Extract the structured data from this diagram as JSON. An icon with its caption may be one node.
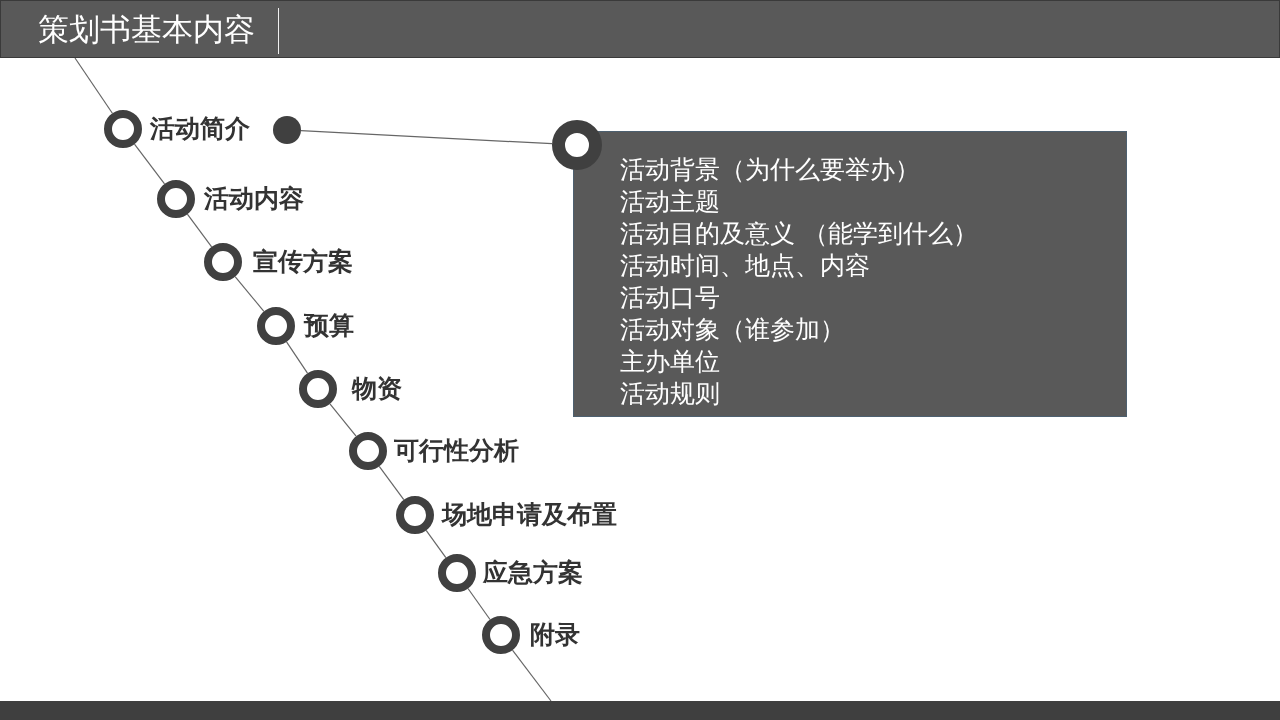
{
  "diagram": {
    "nodes": [
      {
        "text": [
          "策划书基本内容"
        ]
      },
      {
        "text": [],
        "shape": "circle",
        "beside": [
          "活动简介"
        ]
      },
      {
        "text": [],
        "shape": "circle",
        "beside": [
          "活动内容"
        ]
      },
      {
        "text": [],
        "shape": "circle",
        "beside": [
          "宣传方案"
        ]
      },
      {
        "text": [],
        "shape": "circle",
        "beside": [
          "预算"
        ]
      },
      {
        "text": [],
        "shape": "circle",
        "beside": [
          "物资"
        ]
      },
      {
        "text": [],
        "shape": "circle",
        "beside": [
          "可行性分析"
        ]
      },
      {
        "text": [],
        "shape": "circle",
        "beside": [
          "场地申请及布置"
        ]
      },
      {
        "text": [],
        "shape": "circle",
        "beside": [
          "应急方案"
        ]
      },
      {
        "text": [],
        "shape": "circle",
        "beside": [
          "附录"
        ]
      },
      {
        "text": [],
        "shape": "circle"
      },
      {
        "text": [],
        "shape": "circle"
      },
      {
        "text": [
          "活动背景（为什么要举办）",
          "活动主题",
          "活动目的及意义 （能学到什么）",
          "活动时间、地点、内容",
          "活动口号",
          "活动对象（谁参加）",
          "主办单位",
          "活动规则"
        ]
      },
      {
        "text": [],
        "shape": "bar"
      }
    ],
    "edges": [
      {
        "from": 0,
        "to": 1,
        "arrow": "none"
      },
      {
        "from": 1,
        "to": 2,
        "arrow": "none"
      },
      {
        "from": 2,
        "to": 3,
        "arrow": "none"
      },
      {
        "from": 3,
        "to": 4,
        "arrow": "none"
      },
      {
        "from": 4,
        "to": 5,
        "arrow": "none"
      },
      {
        "from": 5,
        "to": 6,
        "arrow": "none"
      },
      {
        "from": 6,
        "to": 7,
        "arrow": "none"
      },
      {
        "from": 7,
        "to": 8,
        "arrow": "none"
      },
      {
        "from": 8,
        "to": 9,
        "arrow": "none"
      },
      {
        "from": 9,
        "to": 13,
        "arrow": "none"
      },
      {
        "from": 10,
        "to": 11,
        "arrow": "none"
      }
    ]
  }
}
